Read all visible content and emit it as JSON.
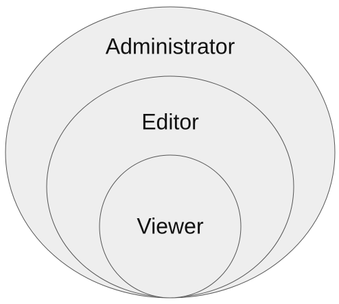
{
  "roles": [
    {
      "id": "administrator",
      "label": "Administrator"
    },
    {
      "id": "editor",
      "label": "Editor"
    },
    {
      "id": "viewer",
      "label": "Viewer"
    }
  ],
  "colors": {
    "fill": "#eeeeee",
    "stroke": "#555555",
    "text": "#111111"
  }
}
